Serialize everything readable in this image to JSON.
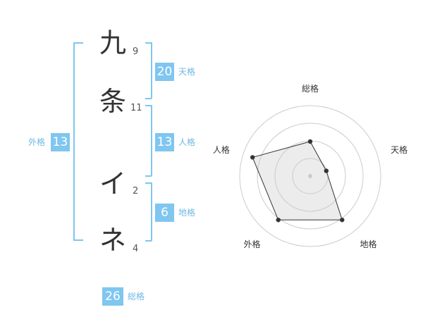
{
  "name": [
    {
      "char": "九",
      "strokes": "9"
    },
    {
      "char": "条",
      "strokes": "11"
    },
    {
      "char": "イ",
      "strokes": "2"
    },
    {
      "char": "ネ",
      "strokes": "4"
    }
  ],
  "fortunes": {
    "tenkaku": {
      "value": "20",
      "label": "天格"
    },
    "jinkaku": {
      "value": "13",
      "label": "人格"
    },
    "chikaku": {
      "value": "6",
      "label": "地格"
    },
    "gaikaku": {
      "value": "13",
      "label": "外格"
    },
    "soukaku": {
      "value": "26",
      "label": "総格"
    }
  },
  "colors": {
    "accent": "#7fc6f0",
    "label": "#6fb8e6",
    "text": "#333333"
  },
  "chart_data": {
    "type": "radar",
    "axes": [
      "総格",
      "天格",
      "地格",
      "外格",
      "人格"
    ],
    "values": [
      0.49,
      0.24,
      0.77,
      0.77,
      0.86
    ],
    "range": [
      0,
      1
    ],
    "rings": 4
  }
}
